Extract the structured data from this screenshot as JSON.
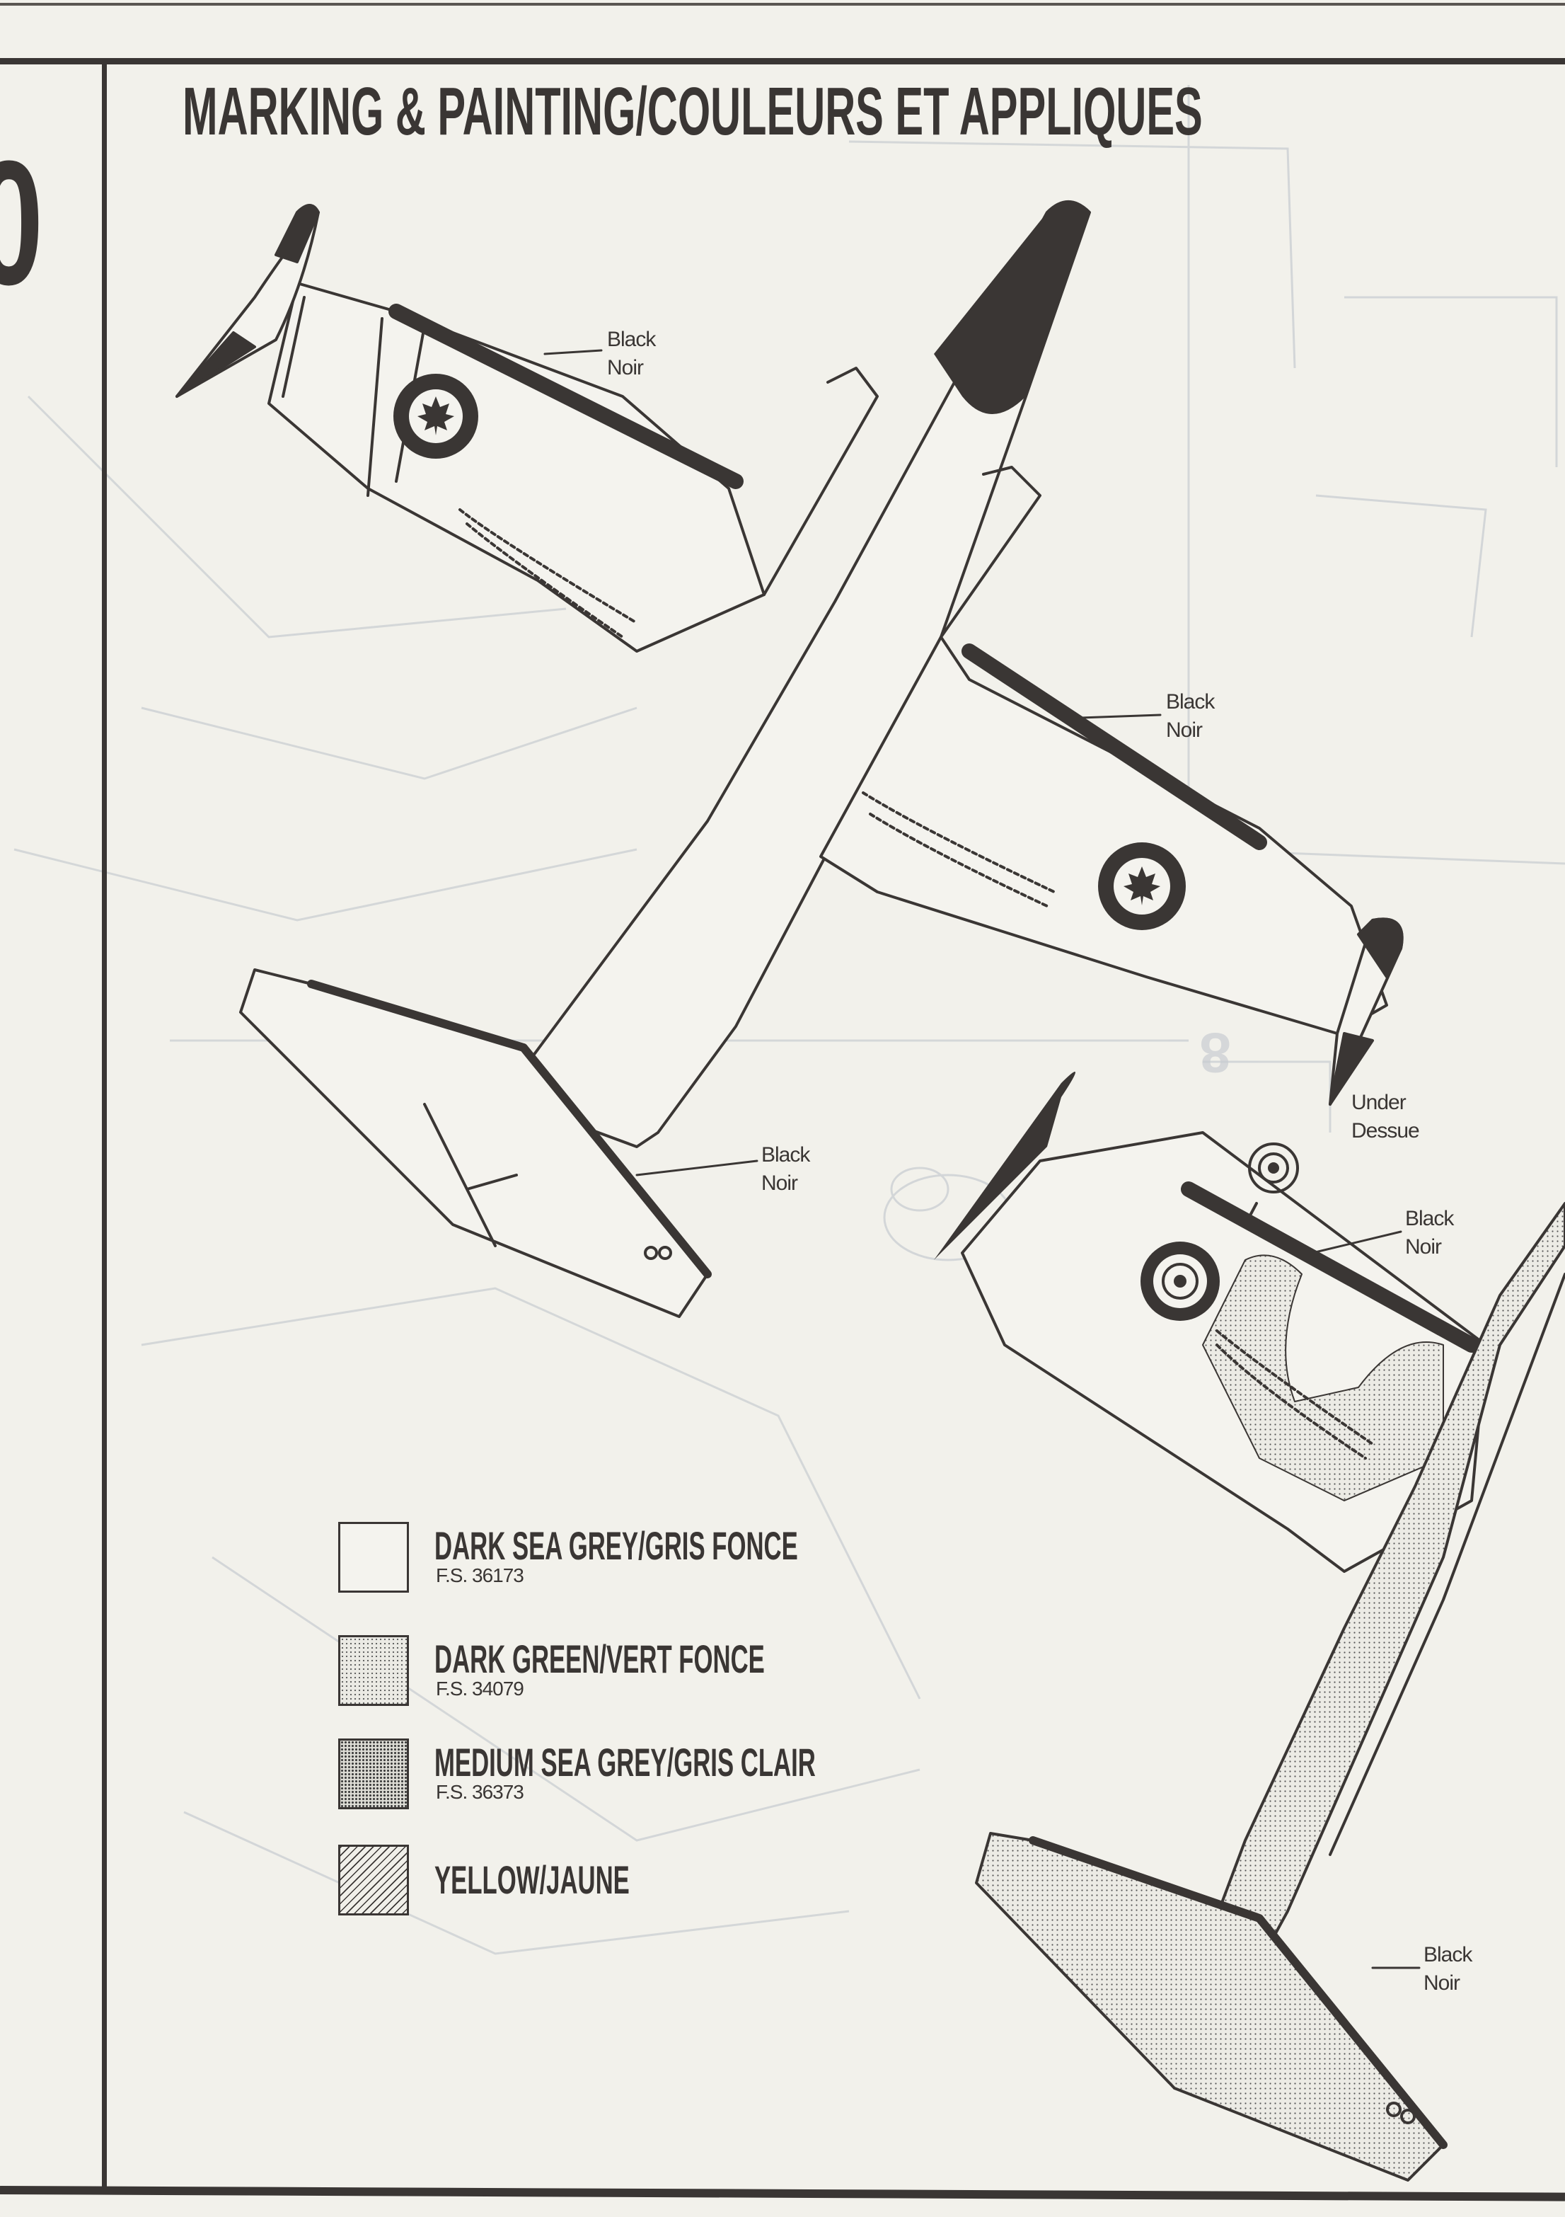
{
  "page": {
    "title": "MARKING & PAINTING/COULEURS ET APPLIQUES",
    "side_tab_fragment": "0"
  },
  "colors": {
    "ink": "#3a3634",
    "paper": "#f2f1eb",
    "ghost": "#c9cdd2"
  },
  "callouts": [
    {
      "line1": "Black",
      "line2": "Noir"
    },
    {
      "line1": "Black",
      "line2": "Noir"
    },
    {
      "line1": "Black",
      "line2": "Noir"
    },
    {
      "line1": "Under",
      "line2": "Dessue"
    },
    {
      "line1": "Black",
      "line2": "Noir"
    },
    {
      "line1": "Black",
      "line2": "Noir"
    }
  ],
  "legend": [
    {
      "label": "DARK SEA GREY/GRIS FONCE",
      "code": "F.S. 36173",
      "pattern": "plain"
    },
    {
      "label": "DARK GREEN/VERT FONCE",
      "code": "F.S. 34079",
      "pattern": "light-dots"
    },
    {
      "label": "MEDIUM SEA GREY/GRIS CLAIR",
      "code": "F.S. 36373",
      "pattern": "dark-dots"
    },
    {
      "label": "YELLOW/JAUNE",
      "code": "",
      "pattern": "hatch"
    }
  ],
  "insignia": {
    "canadian_roundel": "maple-leaf-roundel",
    "raf_roundel": "target-roundel"
  }
}
